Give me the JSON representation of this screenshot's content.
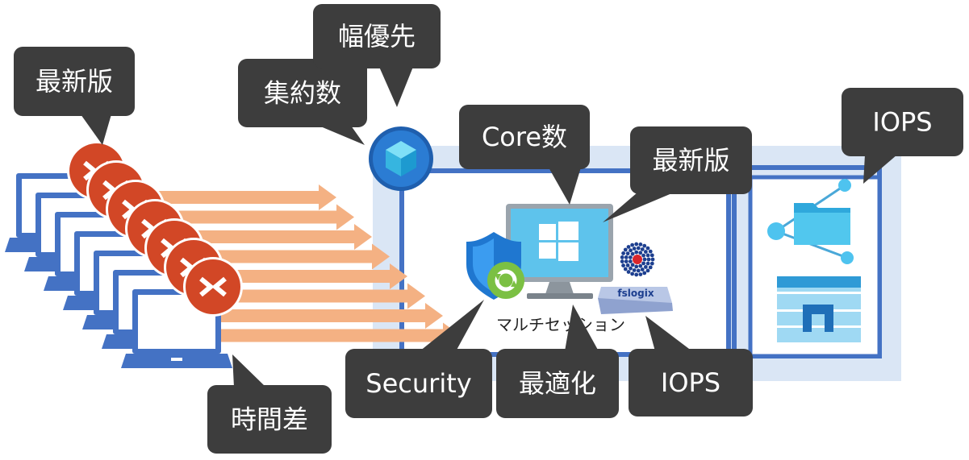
{
  "callouts": {
    "latest_client": "最新版",
    "aggregation": "集約数",
    "bandwidth_priority": "幅優先",
    "core_count": "Core数",
    "latest_os": "最新版",
    "iops_storage": "IOPS",
    "security": "Security",
    "optimize": "最適化",
    "iops_profile": "IOPS",
    "time_lag": "時間差"
  },
  "session_host_label": "マルチセッション",
  "fslogix_label": "fslogix",
  "colors": {
    "callout_bg": "#3d3d3d",
    "frame_blue": "#4472c4",
    "light_panel": "#dae6f5",
    "arrow_orange": "#f4b183",
    "rdp_red": "#d24726",
    "laptop_blue": "#4472c4"
  },
  "icons": {
    "client": "laptop-icon",
    "remote_desktop": "remote-desktop-icon",
    "hostpool": "cube-icon",
    "vm": "monitor-windows-icon",
    "defender": "shield-sync-icon",
    "fslogix": "fslogix-icon",
    "file_share": "folder-share-icon",
    "netapp": "netapp-storage-icon"
  }
}
